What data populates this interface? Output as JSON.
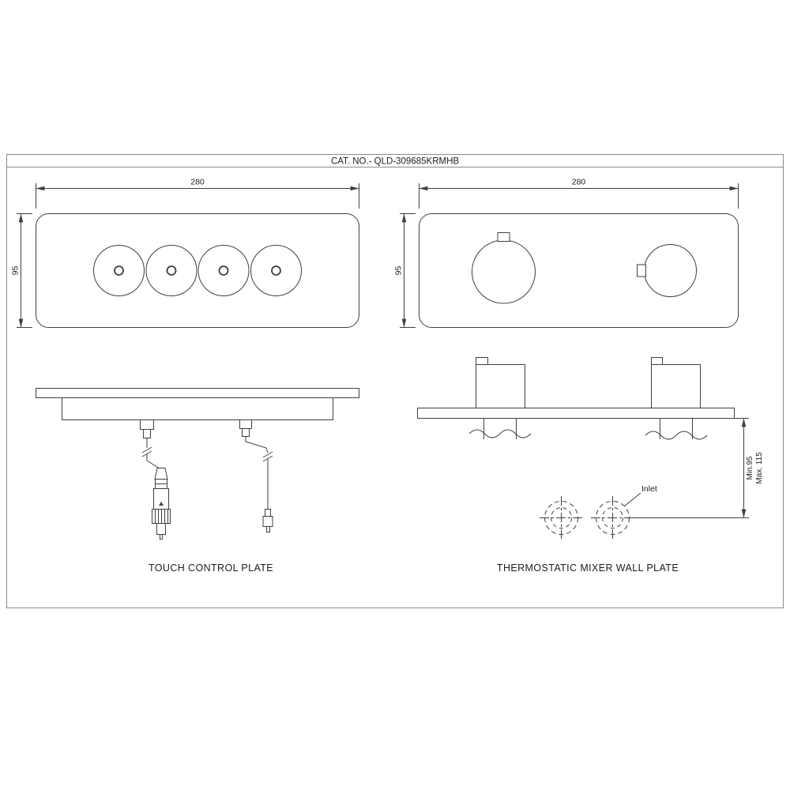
{
  "title_bar": {
    "catalog_number": "CAT. NO.- QLD-309685KRMHB"
  },
  "touch_plate": {
    "caption": "TOUCH CONTROL PLATE",
    "front_view": {
      "width_dim": "280",
      "height_dim": "95",
      "button_count": 4
    }
  },
  "mixer_plate": {
    "caption": "THERMOSTATIC MIXER WALL PLATE",
    "front_view": {
      "width_dim": "280",
      "height_dim": "95"
    },
    "side_view": {
      "depth_min": "Min.95",
      "depth_max": "Max. 115",
      "inlet_label": "Inlet"
    }
  },
  "colors": {
    "line": "#3f3f3f",
    "frame": "#8a8a8a",
    "text": "#1d1d1d",
    "background": "#ffffff"
  }
}
